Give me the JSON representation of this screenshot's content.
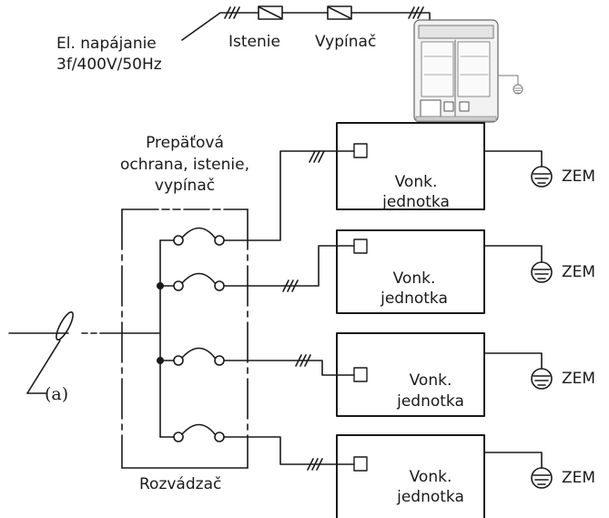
{
  "top": {
    "power_label_line1": "El. napájanie",
    "power_label_line2": "3f/400V/50Hz",
    "breaker_label": "Istenie",
    "switch_label": "Vypínač"
  },
  "panel": {
    "protection_line1": "Prepäťová",
    "protection_line2": "ochrana, istenie,",
    "protection_line3": "vypínač",
    "distribution_label": "Rozvádzač",
    "cable_label": "(a)"
  },
  "units": [
    {
      "line1": "Vonk.",
      "line2": "jednotka",
      "ground": "ZEM"
    },
    {
      "line1": "Vonk.",
      "line2": "jednotka",
      "ground": "ZEM"
    },
    {
      "line1": "Vonk.",
      "line2": "jednotka",
      "ground": "ZEM"
    },
    {
      "line1": "Vonk.",
      "line2": "jednotka",
      "ground": "ZEM"
    }
  ]
}
